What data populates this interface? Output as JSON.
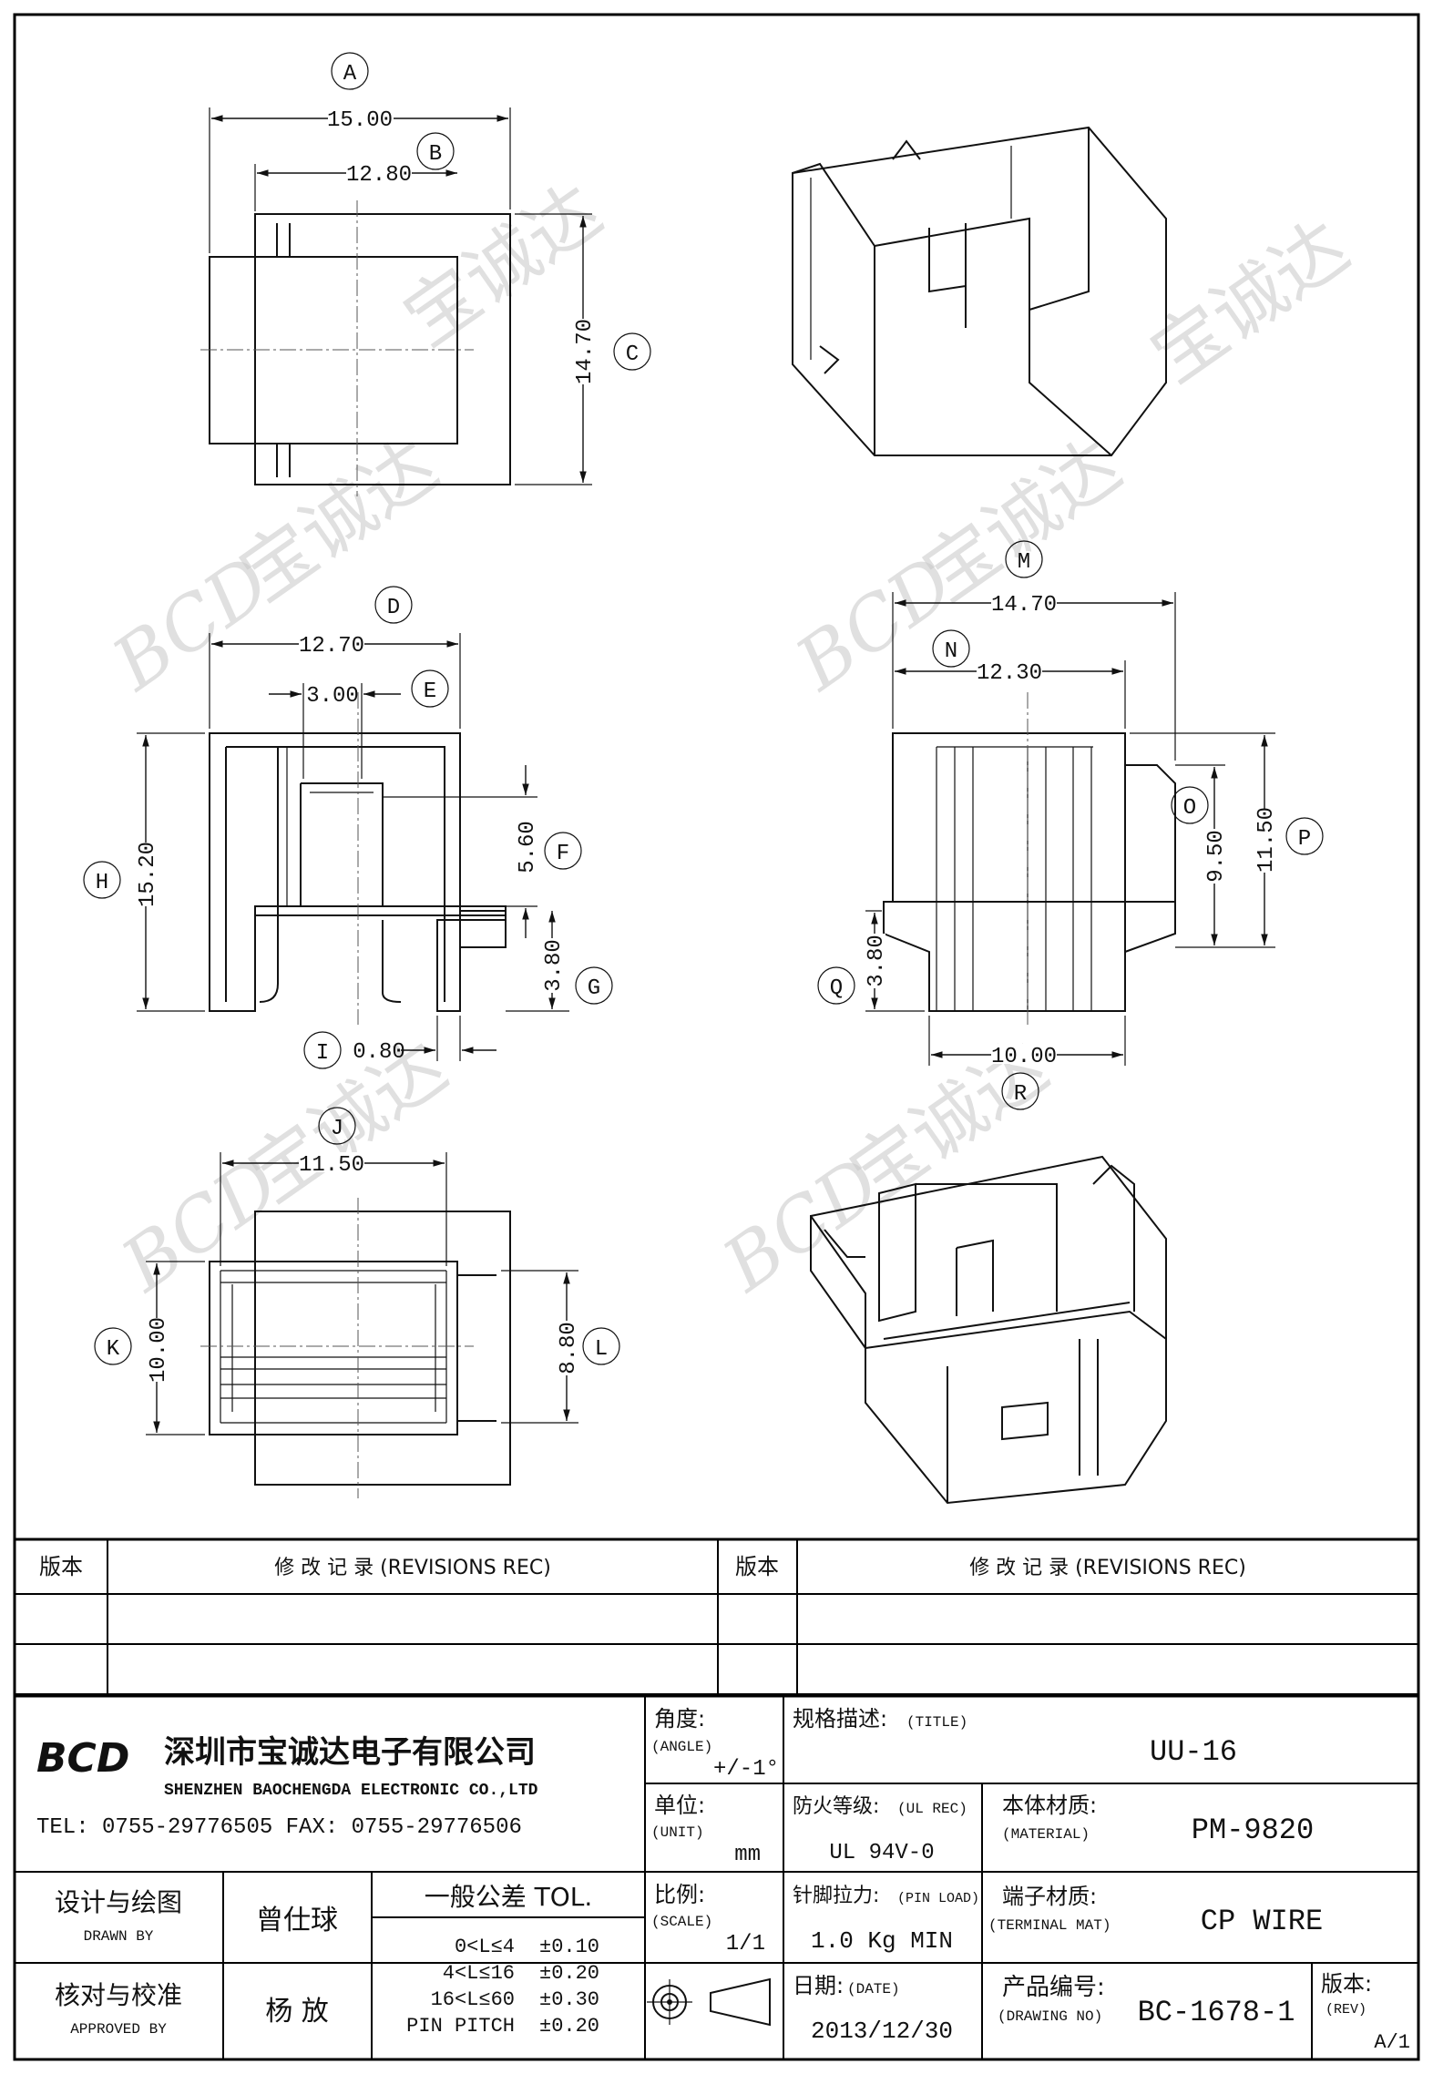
{
  "views": {
    "top": {
      "A": "15.00",
      "A_tag": "A",
      "B": "12.80",
      "B_tag": "B",
      "C": "14.70",
      "C_tag": "C"
    },
    "front": {
      "D": "12.70",
      "D_tag": "D",
      "E": "3.00",
      "E_tag": "E",
      "F": "5.60",
      "F_tag": "F",
      "G": "3.80",
      "G_tag": "G",
      "H": "15.20",
      "H_tag": "H",
      "I": "0.80",
      "I_tag": "I"
    },
    "side": {
      "M": "14.70",
      "M_tag": "M",
      "N": "12.30",
      "N_tag": "N",
      "O": "9.50",
      "O_tag": "O",
      "P": "11.50",
      "P_tag": "P",
      "Q": "3.80",
      "Q_tag": "Q",
      "R": "10.00",
      "R_tag": "R"
    },
    "bottom": {
      "J": "11.50",
      "J_tag": "J",
      "K": "10.00",
      "K_tag": "K",
      "L": "8.80",
      "L_tag": "L"
    }
  },
  "watermark": {
    "logo": "BCD",
    "text": "宝诚达"
  },
  "revisions": {
    "col1_head": "版本",
    "col2_head": "修 改 记 录  (REVISIONS REC)",
    "col3_head": "版本",
    "col4_head": "修 改 记 录  (REVISIONS REC)"
  },
  "company": {
    "logo": "BCD",
    "name_cn": "深圳市宝诚达电子有限公司",
    "name_en": "SHENZHEN BAOCHENGDA ELECTRONIC CO.,LTD",
    "contact": "TEL: 0755-29776505  FAX: 0755-29776506"
  },
  "title_block": {
    "angle_label": "角度:",
    "angle_label_en": "(ANGLE)",
    "angle_value": "+/-1°",
    "title_label": "规格描述:",
    "title_label_en": "(TITLE)",
    "title_value": "UU-16",
    "unit_label": "单位:",
    "unit_label_en": "(UNIT)",
    "unit_value": "mm",
    "ul_label": "防火等级:",
    "ul_label_en": "(UL REC)",
    "ul_value": "UL 94V-0",
    "material_label": "本体材质:",
    "material_label_en": "(MATERIAL)",
    "material_value": "PM-9820",
    "drawn_label": "设计与绘图",
    "drawn_label_en": "DRAWN BY",
    "drawn_value": "曾仕球",
    "tol_head": "一般公差  TOL.",
    "tol_rows": [
      {
        "range": "0<L≤4",
        "tol": "±0.10"
      },
      {
        "range": "4<L≤16",
        "tol": "±0.20"
      },
      {
        "range": "16<L≤60",
        "tol": "±0.30"
      },
      {
        "range": "PIN PITCH",
        "tol": "±0.20"
      }
    ],
    "scale_label": "比例:",
    "scale_label_en": "(SCALE)",
    "scale_value": "1/1",
    "pin_label": "针脚拉力:",
    "pin_label_en": "(PIN LOAD)",
    "pin_value": "1.0 Kg MIN",
    "terminal_label": "端子材质:",
    "terminal_label_en": "(TERMINAL MAT)",
    "terminal_value": "CP WIRE",
    "approved_label": "核对与校准",
    "approved_label_en": "APPROVED BY",
    "approved_value": "杨  放",
    "date_label": "日期:",
    "date_label_en": "(DATE)",
    "date_value": "2013/12/30",
    "dwg_label": "产品编号:",
    "dwg_label_en": "(DRAWING NO)",
    "dwg_value": "BC-1678-1",
    "rev_label": "版本:",
    "rev_label_en": "(REV)",
    "rev_value": "A/1"
  }
}
